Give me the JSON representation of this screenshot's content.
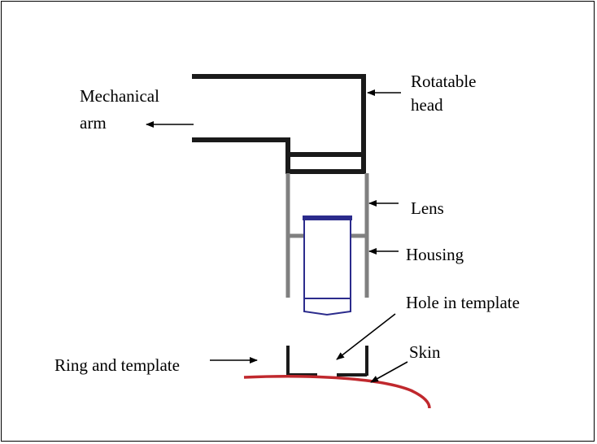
{
  "labels": {
    "mechanical_arm_line1": "Mechanical",
    "mechanical_arm_line2": "arm",
    "rotatable_head_line1": "Rotatable",
    "rotatable_head_line2": "head",
    "lens": "Lens",
    "housing": "Housing",
    "hole_in_template": "Hole in template",
    "skin": "Skin",
    "ring_and_template": "Ring and template"
  },
  "colors": {
    "structure": "#1a1a1a",
    "housing": "#808080",
    "lens": "#2b2b8c",
    "skin": "#c0282d",
    "arrow": "#000000"
  }
}
